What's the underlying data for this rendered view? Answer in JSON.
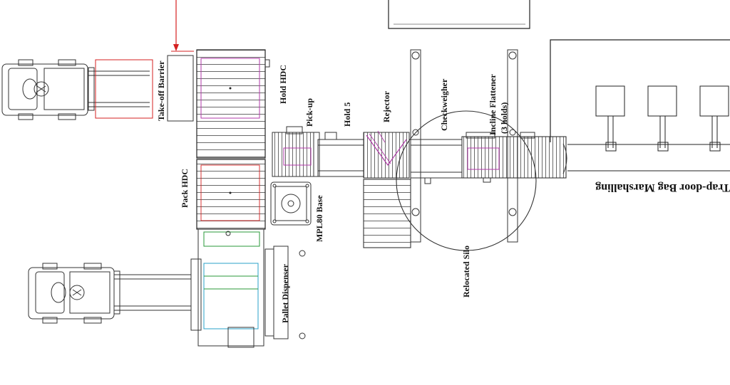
{
  "labels": {
    "take_off_barrier": "Take-off Barrier",
    "hold_hdc": "Hold HDC",
    "pack_hdc": "Pack HDC",
    "pick_up": "Pick-up",
    "hold_5": "Hold 5",
    "rejector": "Rejector",
    "checkweigher": "Checkweigher",
    "incline_flattener": "Incline Flattener",
    "incline_flattener_sub": "(3 holds)",
    "trap_door": "Trap-door Bag Marshalling",
    "mpl80_base": "MPL80 Base",
    "relocated_silo": "Relocated Silo",
    "pallet_dispenser": "Pallet Dispenser"
  },
  "colors": {
    "line": "#2a2a2a",
    "barrier_red": "#d42020",
    "magenta": "#b03aa8",
    "green": "#2a9a3a",
    "cyan": "#2aa0c8"
  }
}
